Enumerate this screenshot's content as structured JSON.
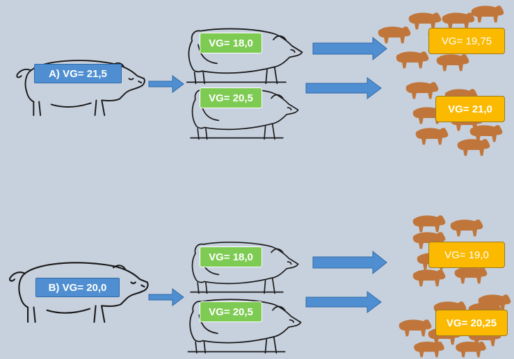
{
  "colors": {
    "background": "#c7d0dd",
    "parent_label": "#4f8fd1",
    "sire_label": "#7ecb53",
    "offspring_label": "#fbba00",
    "arrow": "#4f8fd1",
    "piglet": "#c0763a",
    "outline": "#1a1a1a"
  },
  "icons": {
    "parent": "pig-outline-icon",
    "sire": "boar-outline-icon",
    "offspring": "piglet-icon",
    "link": "right-arrow-icon"
  },
  "scenarios": [
    {
      "parent_label": "A) VG= 21,5",
      "sires": [
        {
          "label": "VG= 18,0",
          "offspring_label": "VG= 19,75"
        },
        {
          "label": "VG= 20,5",
          "offspring_label": "VG= 21,0"
        }
      ]
    },
    {
      "parent_label": "B) VG= 20,0",
      "sires": [
        {
          "label": "VG= 18,0",
          "offspring_label": "VG= 19,0"
        },
        {
          "label": "VG= 20,5",
          "offspring_label": "VG= 20,25"
        }
      ]
    }
  ]
}
